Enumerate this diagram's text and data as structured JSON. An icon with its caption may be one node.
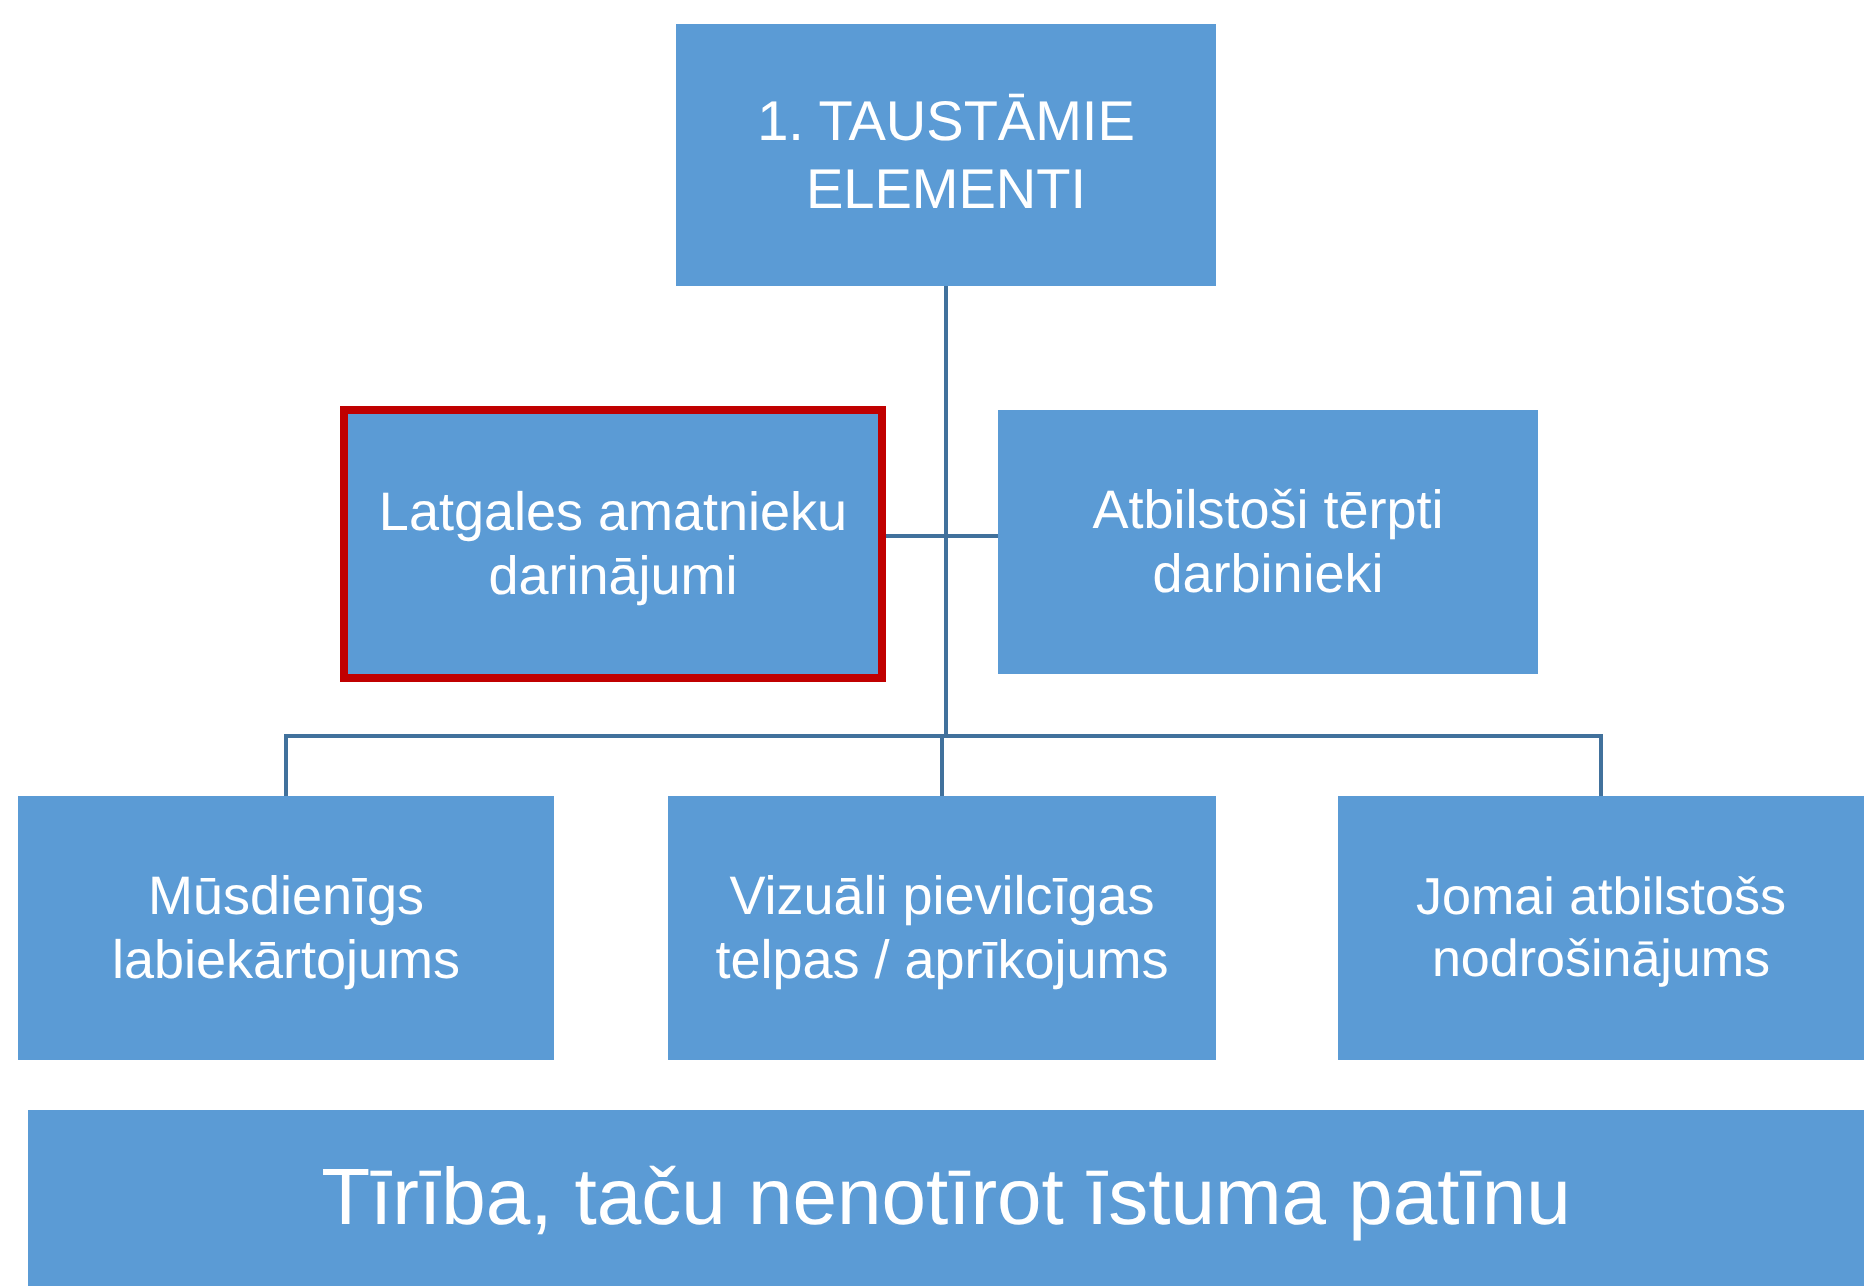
{
  "diagram": {
    "nodes": [
      {
        "text": [
          "1. TAUSTĀMIE ELEMENTI"
        ]
      },
      {
        "text": [
          "Latgales amatnieku darinājumi"
        ]
      },
      {
        "text": [
          "Atbilstoši tērpti darbinieki"
        ]
      },
      {
        "text": [
          "Mūsdienīgs labiekārtojums"
        ]
      },
      {
        "text": [
          "Vizuāli pievilcīgas telpas / aprīkojums"
        ]
      },
      {
        "text": [
          "Jomai atbilstošs nodrošinājums"
        ]
      },
      {
        "text": [
          "Tīrība, taču nenotīrot īstuma patīnu"
        ]
      }
    ],
    "edges": [
      {
        "from": 0,
        "to": 1,
        "arrow": "none"
      },
      {
        "from": 0,
        "to": 2,
        "arrow": "none"
      },
      {
        "from": 0,
        "to": 3,
        "arrow": "none"
      },
      {
        "from": 0,
        "to": 4,
        "arrow": "none"
      },
      {
        "from": 0,
        "to": 5,
        "arrow": "none"
      }
    ]
  }
}
